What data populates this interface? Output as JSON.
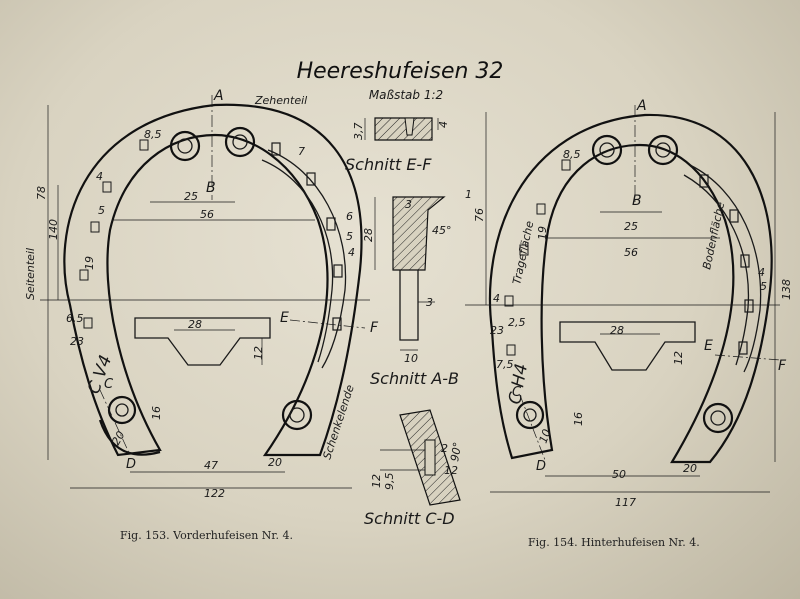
{
  "title": "Heereshufeisen 32",
  "scale": "Maßstab 1:2",
  "sections": {
    "ef": "Schnitt E-F",
    "ab": "Schnitt A-B",
    "cd": "Schnitt C-D"
  },
  "captions": {
    "fig153": "Fig. 153. Vorderhufeisen Nr. 4.",
    "fig154": "Fig. 154. Hinterhufeisen Nr. 4."
  },
  "labels": {
    "zehenteil": "Zehenteil",
    "seitenteil": "Seitenteil",
    "schenkelende": "Schenkelende",
    "tragflaeche": "Tragefläche",
    "bodenflaeche": "Bodenfläche",
    "mark_front": "C V4",
    "mark_rear": "C H4"
  },
  "letters": {
    "A": "A",
    "B": "B",
    "C": "C",
    "D": "D",
    "E": "E",
    "F": "F"
  },
  "dims_front": {
    "d78": "78",
    "d140": "140",
    "d85": "8,5",
    "d4": "4",
    "d5": "5",
    "d19": "19",
    "d25": "25",
    "d56": "56",
    "d65": "6,5",
    "d23": "23",
    "d28": "28",
    "d12": "12",
    "d16": "16",
    "d20a": "20",
    "d20b": "20",
    "d47": "47",
    "d122": "122",
    "d6": "6",
    "d7": "7"
  },
  "dims_front_side": {
    "d5": "5",
    "d4": "4"
  },
  "dims_rear": {
    "d76": "76",
    "d138": "138",
    "d85": "8,5",
    "d19": "19",
    "d25": "25",
    "d56": "56",
    "d4": "4",
    "d23": "23",
    "d25b": "2,5",
    "d28": "28",
    "d12": "12",
    "d75": "7,5",
    "d16": "16",
    "d10": "10",
    "d20": "20",
    "d50": "50",
    "d117": "117",
    "d5": "5",
    "d4b": "4"
  },
  "dims_sections": {
    "ef_37": "3,7",
    "ef_4": "4",
    "ab_28": "28",
    "ab_3a": "3",
    "ab_45": "45°",
    "ab_3b": "3",
    "ab_10": "10",
    "ab_1": "1",
    "cd_12": "12",
    "cd_95": "9,5",
    "cd_2": "2",
    "cd_90": "90°",
    "cd_12b": "12"
  }
}
